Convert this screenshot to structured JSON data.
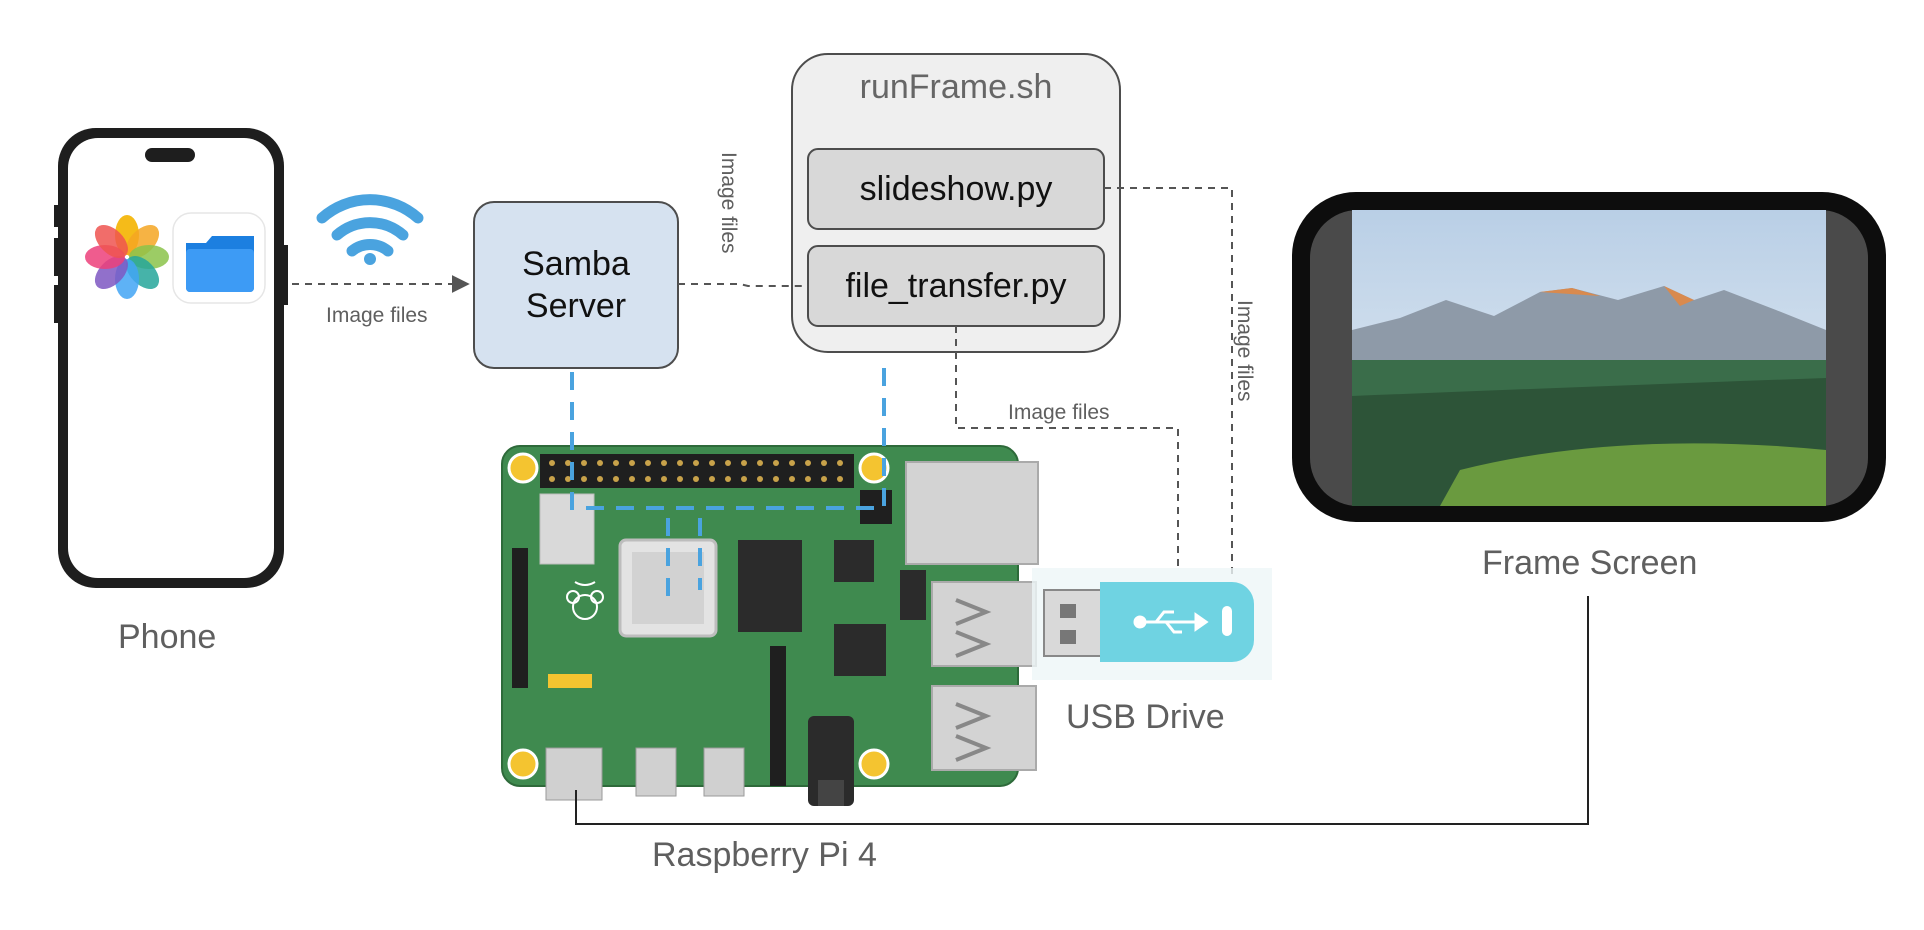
{
  "phone": {
    "label": "Phone",
    "apps": [
      "photos-icon",
      "files-icon"
    ]
  },
  "wifi": {
    "icon": "wifi-icon",
    "color": "#4aa3df",
    "edge_label": "Image files"
  },
  "samba": {
    "line1": "Samba",
    "line2": "Server",
    "fill": "#d6e2f0"
  },
  "runframe": {
    "title": "runFrame.sh",
    "scripts": [
      "slideshow.py",
      "file_transfer.py"
    ]
  },
  "edges": {
    "samba_to_transfer": "Image files",
    "transfer_to_usb": "Image files",
    "slideshow_to_usb": "Image files"
  },
  "raspberry_pi": {
    "label": "Raspberry Pi 4",
    "board_color": "#3f8a4f"
  },
  "usb_drive": {
    "label": "USB Drive",
    "color": "#6fd3e2"
  },
  "frame_screen": {
    "label": "Frame Screen"
  },
  "colors": {
    "link": "#4aa3df",
    "dashed": "#555555"
  }
}
